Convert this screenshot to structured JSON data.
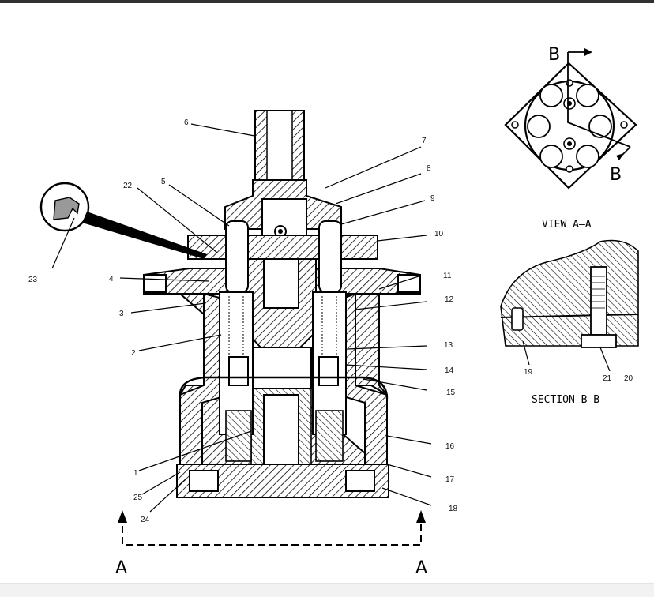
{
  "callouts": [
    "1",
    "2",
    "3",
    "4",
    "5",
    "6",
    "7",
    "8",
    "9",
    "10",
    "11",
    "12",
    "13",
    "14",
    "15",
    "16",
    "17",
    "18",
    "19",
    "20",
    "21",
    "22",
    "23",
    "24",
    "25"
  ],
  "section_marks": {
    "a_left": "A",
    "a_right": "A",
    "b_top": "B",
    "b_bottom": "B"
  },
  "captions": {
    "view_aa": "VIEW A–A",
    "section_bb": "SECTION B–B"
  },
  "colors": {
    "line": "#000000",
    "topbar": "#2f3133",
    "bottombar": "#f2f2f2"
  }
}
